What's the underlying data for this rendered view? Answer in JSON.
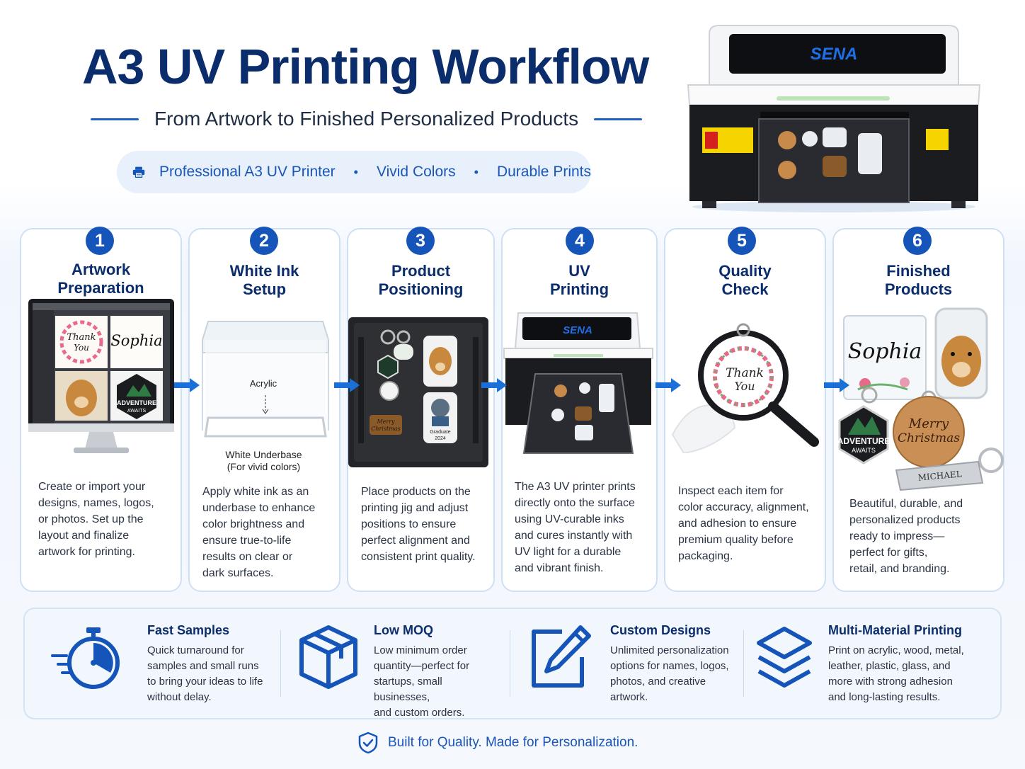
{
  "header": {
    "title": "A3 UV Printing Workflow",
    "subtitle": "From Artwork to Finished Personalized Products",
    "pill_items": [
      "Professional A3 UV Printer",
      "Vivid Colors",
      "Durable Prints"
    ],
    "pill_separator": "•"
  },
  "brand": "SENA",
  "steps": [
    {
      "number": "1",
      "title_line1": "Artwork",
      "title_line2": "Preparation",
      "desc": [
        "Create or import your",
        "designs, names, logos,",
        "or photos. Set up the",
        "layout and finalize",
        "artwork for printing."
      ],
      "screen_labels": {
        "thank": "Thank",
        "you": "You",
        "sophia": "Sophia",
        "adventure": "ADVENTURE",
        "awaits": "AWAITS"
      }
    },
    {
      "number": "2",
      "title_line1": "White Ink",
      "title_line2": "Setup",
      "desc": [
        "Apply white ink as an",
        "underbase to enhance",
        "color brightness and",
        "ensure true-to-life",
        "results on clear or",
        "dark surfaces."
      ],
      "label_acrylic": "Acrylic",
      "label_underbase_1": "White Underbase",
      "label_underbase_2": "(For vivid colors)"
    },
    {
      "number": "3",
      "title_line1": "Product",
      "title_line2": "Positioning",
      "desc": [
        "Place products on the",
        "printing jig and adjust",
        "positions to ensure",
        "perfect alignment and",
        "consistent print quality."
      ],
      "tag_labels": {
        "merry": "Merry",
        "christmas": "Christmas",
        "graduate": "Graduate",
        "class": "2024"
      }
    },
    {
      "number": "4",
      "title_line1": "UV",
      "title_line2": "Printing",
      "desc": [
        "The A3 UV printer prints",
        "directly onto the surface",
        "using UV-curable inks",
        "and cures instantly with",
        "UV light for a durable",
        "and vibrant finish."
      ]
    },
    {
      "number": "5",
      "title_line1": "Quality",
      "title_line2": "Check",
      "desc": [
        "Inspect each item for",
        "color accuracy, alignment,",
        "and adhesion to ensure",
        "premium quality before",
        "packaging."
      ],
      "tag_labels": {
        "thank": "Thank",
        "you": "You"
      }
    },
    {
      "number": "6",
      "title_line1": "Finished",
      "title_line2": "Products",
      "desc": [
        "Beautiful, durable, and",
        "personalized products",
        "ready to impress—",
        "perfect for gifts,",
        "retail, and branding."
      ],
      "tag_labels": {
        "sophia": "Sophia",
        "adventure": "ADVENTURE",
        "awaits": "AWAITS",
        "merry": "Merry",
        "christmas": "Christmas",
        "michael": "MICHAEL"
      }
    }
  ],
  "features": [
    {
      "title": "Fast Samples",
      "desc": [
        "Quick turnaround for",
        "samples and small runs",
        "to bring your ideas to life",
        "without delay."
      ],
      "icon": "stopwatch-icon"
    },
    {
      "title": "Low MOQ",
      "desc": [
        "Low minimum order",
        "quantity—perfect for",
        "startups, small businesses,",
        "and custom orders."
      ],
      "icon": "box-icon"
    },
    {
      "title": "Custom Designs",
      "desc": [
        "Unlimited personalization",
        "options for names, logos,",
        "photos, and creative",
        "artwork."
      ],
      "icon": "edit-icon"
    },
    {
      "title": "Multi-Material Printing",
      "desc": [
        "Print on acrylic, wood, metal,",
        "leather, plastic, glass, and",
        "more with strong adhesion",
        "and long-lasting results."
      ],
      "icon": "layers-icon"
    }
  ],
  "footer": {
    "text": "Built for Quality. Made for Personalization.",
    "icon": "shield-check-icon"
  },
  "colors": {
    "navy": "#0c2d6b",
    "accent": "#1554b8",
    "card_border": "#cfe0f5"
  }
}
